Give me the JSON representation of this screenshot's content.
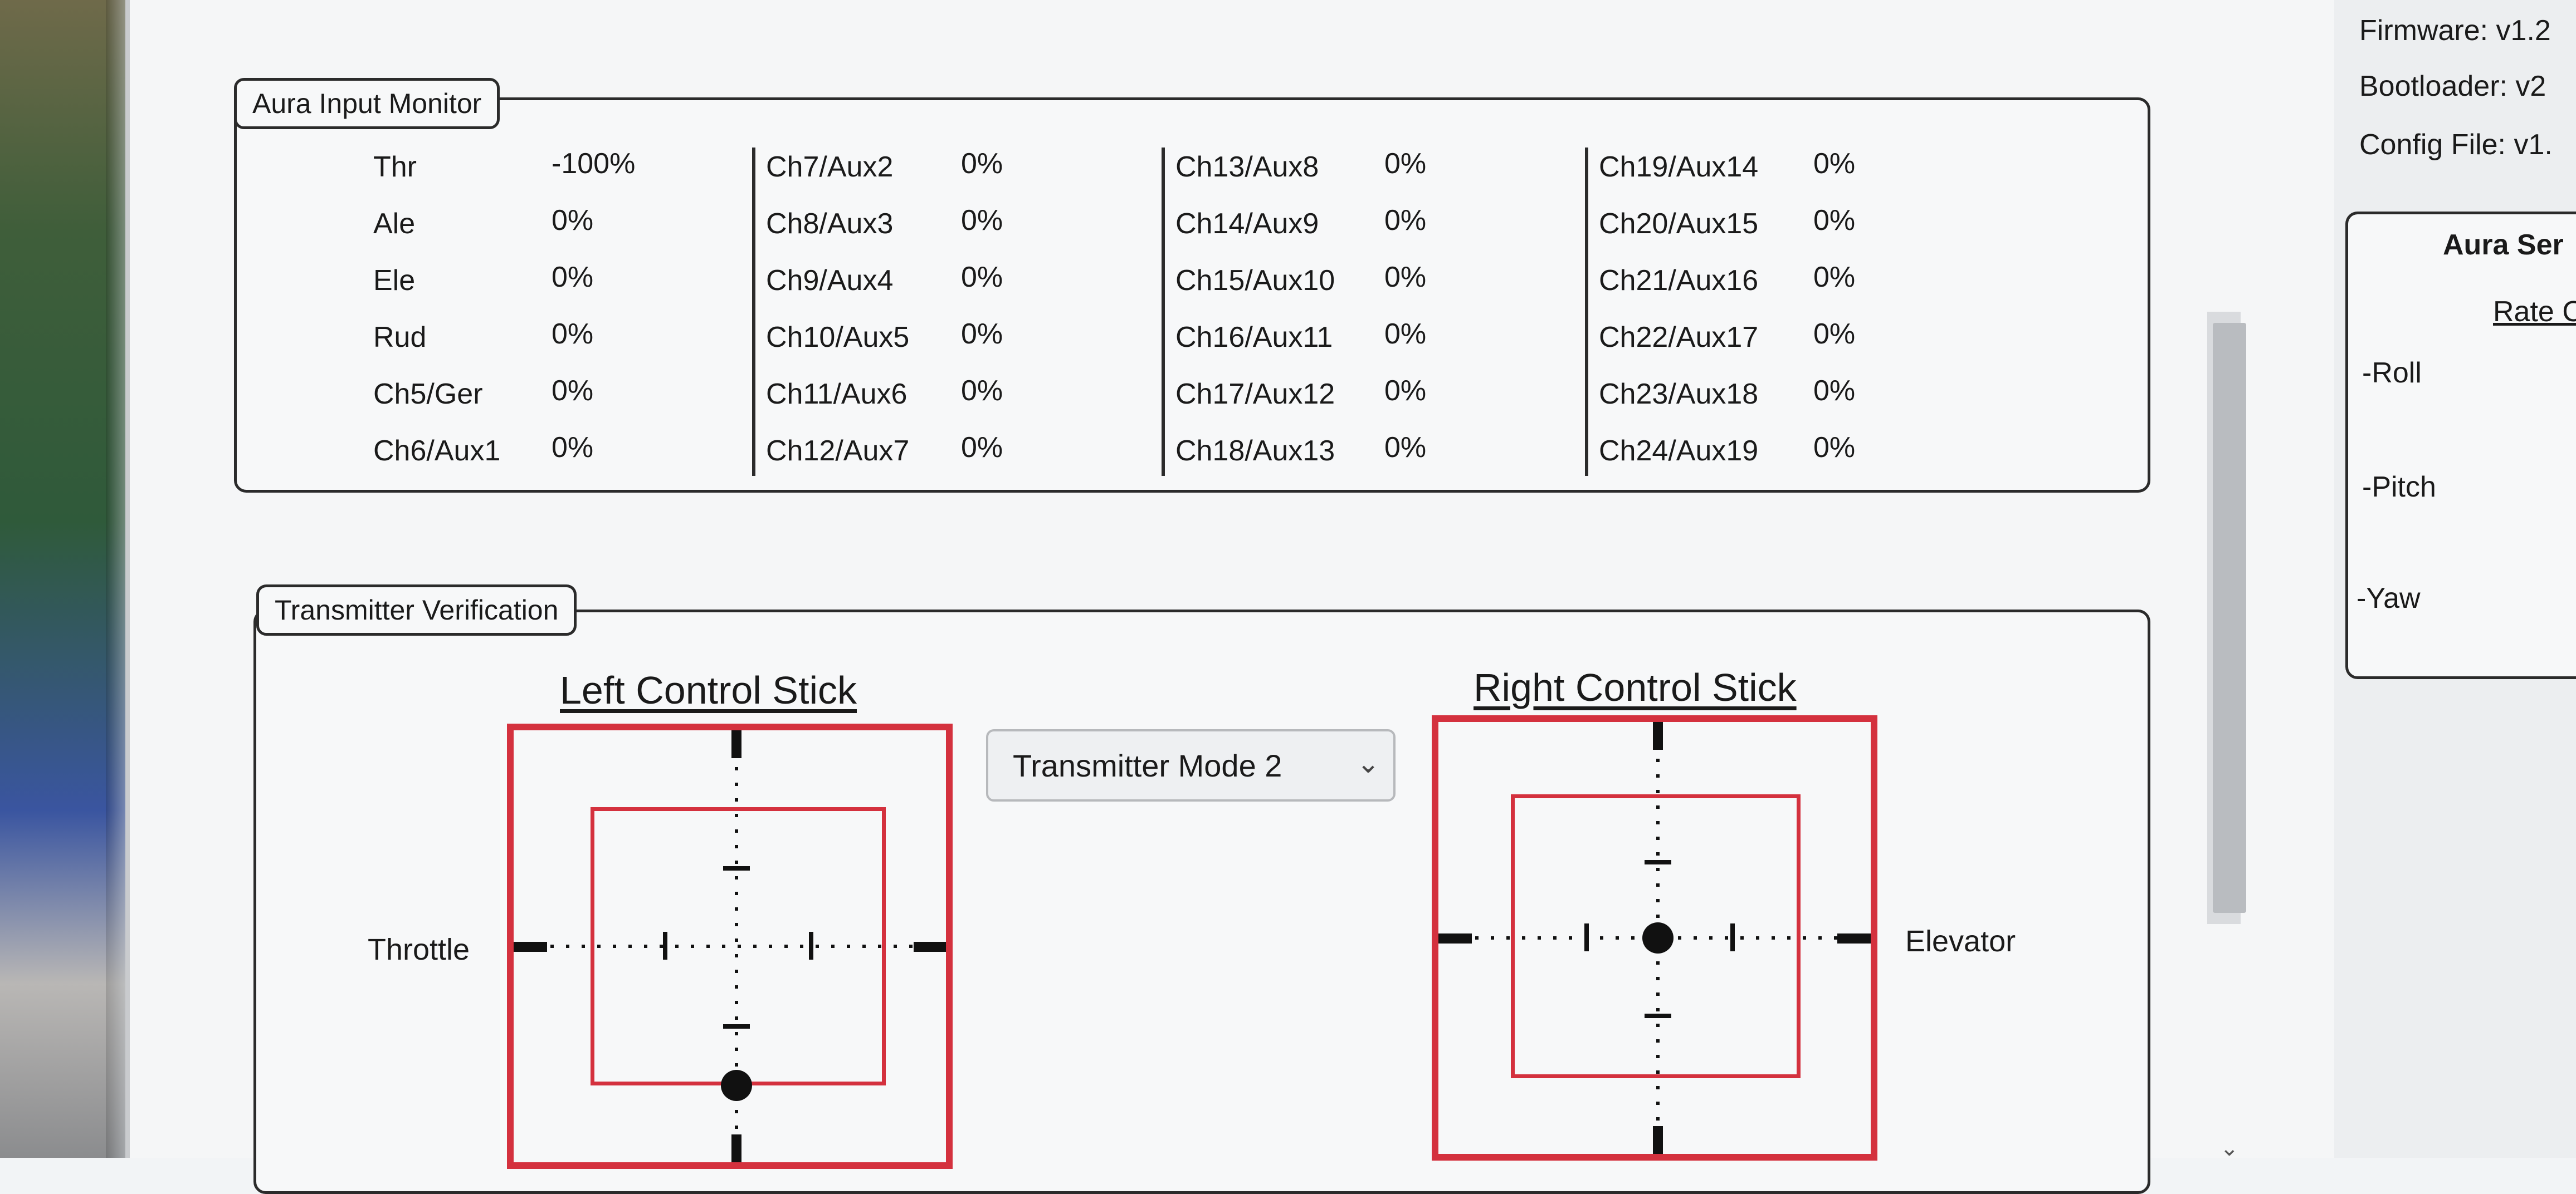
{
  "input_monitor": {
    "title": "Aura Input Monitor",
    "columns": [
      [
        {
          "label": "Thr",
          "value": "-100%"
        },
        {
          "label": "Ale",
          "value": "0%"
        },
        {
          "label": "Ele",
          "value": "0%"
        },
        {
          "label": "Rud",
          "value": "0%"
        },
        {
          "label": "Ch5/Ger",
          "value": "0%"
        },
        {
          "label": "Ch6/Aux1",
          "value": "0%"
        }
      ],
      [
        {
          "label": "Ch7/Aux2",
          "value": "0%"
        },
        {
          "label": "Ch8/Aux3",
          "value": "0%"
        },
        {
          "label": "Ch9/Aux4",
          "value": "0%"
        },
        {
          "label": "Ch10/Aux5",
          "value": "0%"
        },
        {
          "label": "Ch11/Aux6",
          "value": "0%"
        },
        {
          "label": "Ch12/Aux7",
          "value": "0%"
        }
      ],
      [
        {
          "label": "Ch13/Aux8",
          "value": "0%"
        },
        {
          "label": "Ch14/Aux9",
          "value": "0%"
        },
        {
          "label": "Ch15/Aux10",
          "value": "0%"
        },
        {
          "label": "Ch16/Aux11",
          "value": "0%"
        },
        {
          "label": "Ch17/Aux12",
          "value": "0%"
        },
        {
          "label": "Ch18/Aux13",
          "value": "0%"
        }
      ],
      [
        {
          "label": "Ch19/Aux14",
          "value": "0%"
        },
        {
          "label": "Ch20/Aux15",
          "value": "0%"
        },
        {
          "label": "Ch21/Aux16",
          "value": "0%"
        },
        {
          "label": "Ch22/Aux17",
          "value": "0%"
        },
        {
          "label": "Ch23/Aux18",
          "value": "0%"
        },
        {
          "label": "Ch24/Aux19",
          "value": "0%"
        }
      ]
    ]
  },
  "transmitter_verification": {
    "title": "Transmitter Verification",
    "left_stick": {
      "title": "Left Control Stick",
      "axis_label": "Throttle",
      "dot": {
        "x": 0.0,
        "y": -1.0
      }
    },
    "right_stick": {
      "title": "Right Control Stick",
      "axis_label": "Elevator",
      "dot": {
        "x": 0.0,
        "y": 0.0
      }
    },
    "mode_select": {
      "value": "Transmitter Mode 2"
    }
  },
  "side_panel": {
    "firmware": "Firmware: v1.2",
    "bootloader": "Bootloader: v2",
    "config_file": "Config File: v1.",
    "settings_title": "Aura Ser",
    "rate_link": "Rate C",
    "roll": "-Roll",
    "pitch": "-Pitch",
    "yaw": "-Yaw"
  },
  "colors": {
    "stick_red": "#d4313e",
    "frame": "#2b2b2b"
  }
}
